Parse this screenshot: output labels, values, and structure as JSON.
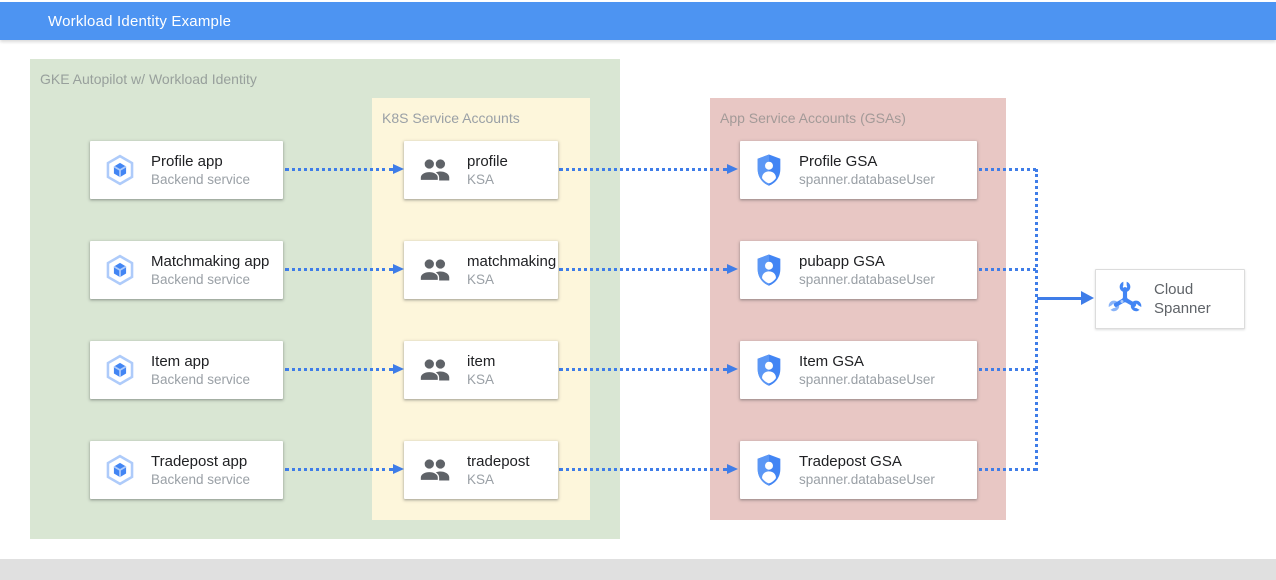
{
  "header": {
    "title": "Workload Identity Example"
  },
  "groups": {
    "gke": {
      "label": "GKE Autopilot w/ Workload Identity"
    },
    "ksa": {
      "label": "K8S Service Accounts"
    },
    "gsa": {
      "label": "App Service Accounts (GSAs)"
    }
  },
  "apps": [
    {
      "title": "Profile app",
      "subtitle": "Backend service"
    },
    {
      "title": "Matchmaking app",
      "subtitle": "Backend service"
    },
    {
      "title": "Item app",
      "subtitle": "Backend service"
    },
    {
      "title": "Tradepost app",
      "subtitle": "Backend service"
    }
  ],
  "ksas": [
    {
      "title": "profile",
      "subtitle": "KSA"
    },
    {
      "title": "matchmaking",
      "subtitle": "KSA"
    },
    {
      "title": "item",
      "subtitle": "KSA"
    },
    {
      "title": "tradepost",
      "subtitle": "KSA"
    }
  ],
  "gsas": [
    {
      "title": "Profile GSA",
      "subtitle": "spanner.databaseUser"
    },
    {
      "title": "pubapp GSA",
      "subtitle": "spanner.databaseUser"
    },
    {
      "title": "Item GSA",
      "subtitle": "spanner.databaseUser"
    },
    {
      "title": "Tradepost GSA",
      "subtitle": "spanner.databaseUser"
    }
  ],
  "spanner": {
    "title": "Cloud Spanner"
  },
  "colors": {
    "header": "#4d94f2",
    "gke_bg": "#d9e6d3",
    "ksa_bg": "#fdf6db",
    "gsa_bg": "#e8c7c4",
    "arrow": "#3f7de8"
  }
}
